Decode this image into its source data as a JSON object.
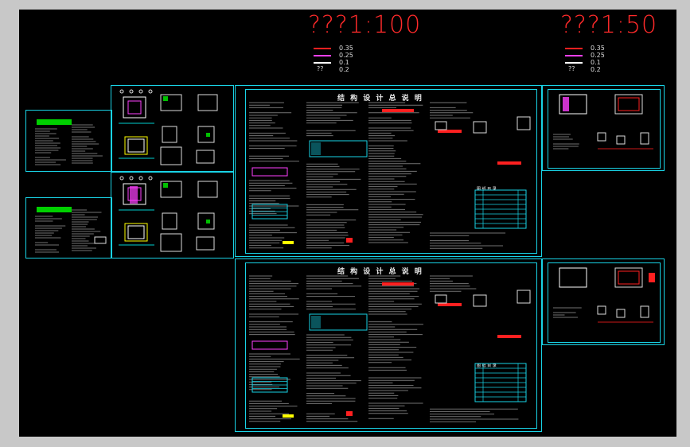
{
  "scale_labels": {
    "left": "???1:100",
    "right": "???1:50"
  },
  "legend_left": [
    {
      "label": "",
      "value": "0.35",
      "color": "#ff2020"
    },
    {
      "label": "",
      "value": "0.25",
      "color": "#ff40ff"
    },
    {
      "label": "",
      "value": "0.1",
      "color": "#ffffff"
    },
    {
      "label": "??",
      "value": "0.2",
      "color": "#ffffff"
    }
  ],
  "legend_right": [
    {
      "label": "",
      "value": "0.35",
      "color": "#ff2020"
    },
    {
      "label": "",
      "value": "0.25",
      "color": "#ff40ff"
    },
    {
      "label": "",
      "value": "0.1",
      "color": "#ffffff"
    },
    {
      "label": "??",
      "value": "0.2",
      "color": "#ffffff"
    }
  ],
  "sheets": {
    "notes_top_title": "结 构 设 计 总 说 明",
    "notes_bottom_title": "结 构 设 计 总 说 明",
    "table_top_title": "图 纸 目 录",
    "table_bottom_title": "图 纸 目 录"
  },
  "colors": {
    "background": "#000000",
    "frame_border": "#19d3e6",
    "accent_red": "#ff2020",
    "accent_magenta": "#ff40ff",
    "accent_yellow": "#ffff00",
    "accent_green": "#00e000"
  }
}
